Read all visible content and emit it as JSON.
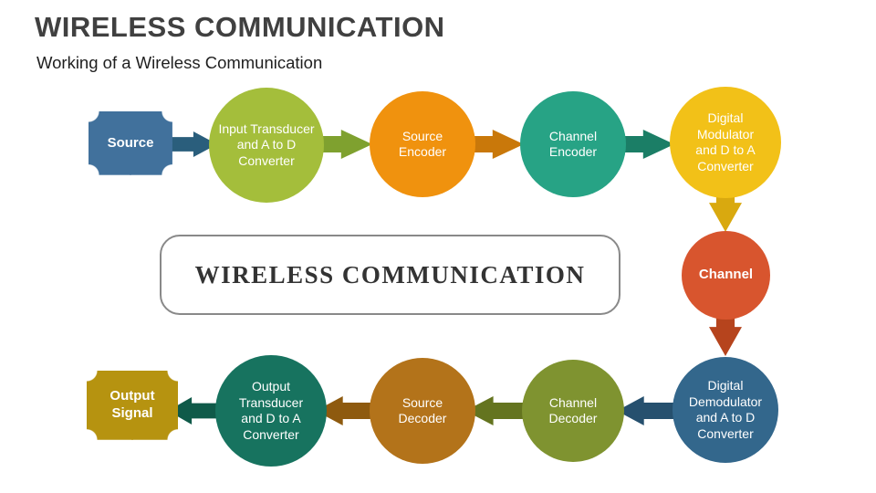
{
  "slide": {
    "title": "WIRELESS COMMUNICATION",
    "subtitle": "Working of a Wireless Communication",
    "center_label": "WIRELESS COMMUNICATION"
  },
  "nodes": {
    "source": {
      "label": "Source",
      "color": "#41719C"
    },
    "input_transducer": {
      "label": "Input Transducer\nand A to D\nConverter",
      "color": "#A4BE3B"
    },
    "source_encoder": {
      "label": "Source\nEncoder",
      "color": "#F0920E"
    },
    "channel_encoder": {
      "label": "Channel\nEncoder",
      "color": "#27A385"
    },
    "digital_modulator": {
      "label": "Digital\nModulator\nand D to A\nConverter",
      "color": "#F2C118"
    },
    "channel": {
      "label": "Channel",
      "color": "#D8552E"
    },
    "digital_demodulator": {
      "label": "Digital\nDemodulator\nand A to D\nConverter",
      "color": "#33678C"
    },
    "channel_decoder": {
      "label": "Channel\nDecoder",
      "color": "#7F9330"
    },
    "source_decoder": {
      "label": "Source\nDecoder",
      "color": "#B3731A"
    },
    "output_transducer": {
      "label": "Output\nTransducer\nand D to A\nConverter",
      "color": "#17735F"
    },
    "output_signal": {
      "label": "Output\nSignal",
      "color": "#B69310"
    }
  },
  "arrows": {
    "source_to_input": {
      "color": "#2A5E7C"
    },
    "input_to_source_encoder": {
      "color": "#7FA12F"
    },
    "source_encoder_to_channel_encoder": {
      "color": "#C9780A"
    },
    "channel_encoder_to_modulator": {
      "color": "#1B7E66"
    },
    "modulator_to_channel": {
      "color": "#D9A90F"
    },
    "channel_to_demodulator": {
      "color": "#B6441D"
    },
    "demodulator_to_channel_decoder": {
      "color": "#26506E"
    },
    "channel_decoder_to_source_decoder": {
      "color": "#64741F"
    },
    "source_decoder_to_output_transducer": {
      "color": "#8E5A0F"
    },
    "output_transducer_to_output_signal": {
      "color": "#0F5A49"
    }
  }
}
